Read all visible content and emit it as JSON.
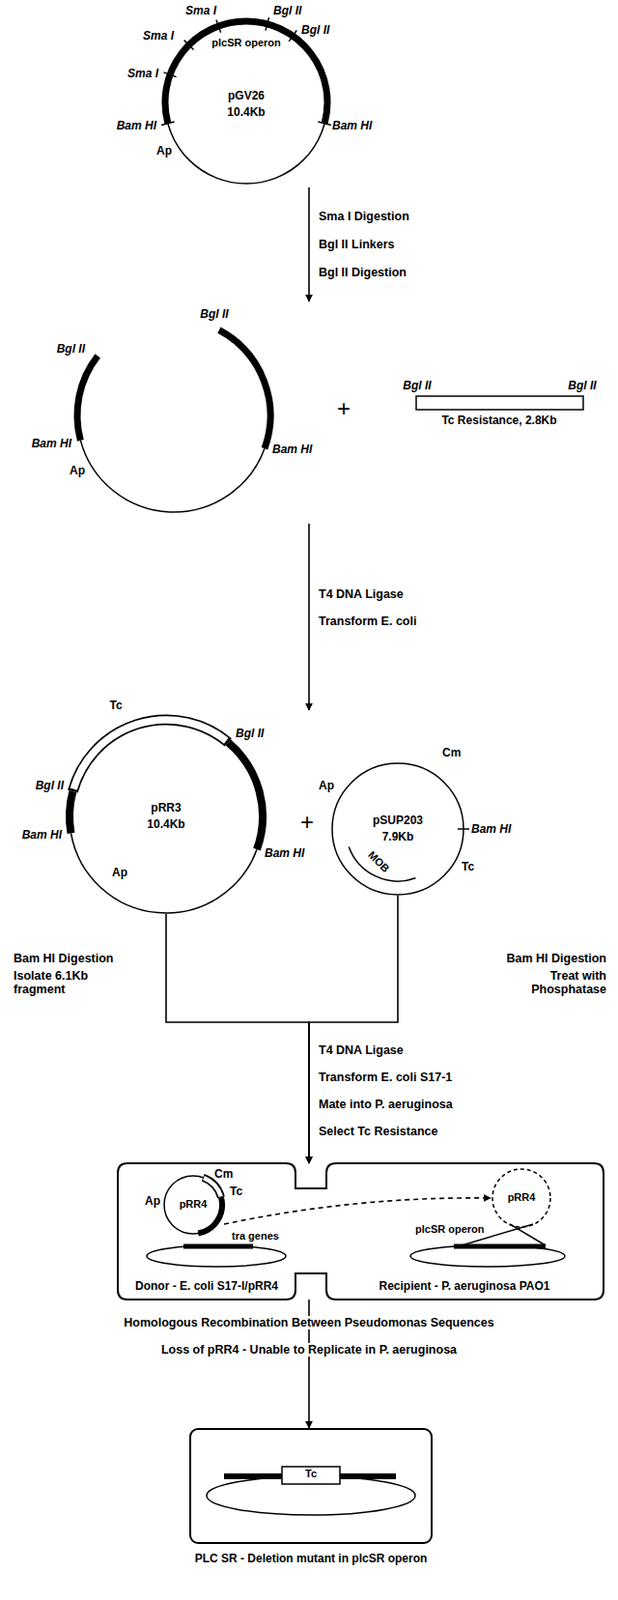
{
  "diagram": {
    "nodes": [
      {
        "text": [
          "pGV26",
          "10.4Kb"
        ]
      },
      {
        "text": [
          "Ap"
        ]
      },
      {
        "text": [
          "Tc Resistance, 2.8Kb"
        ]
      },
      {
        "text": [
          "pRR3",
          "10.4Kb"
        ]
      },
      {
        "text": [
          "pSUP203",
          "7.9Kb"
        ]
      },
      {
        "text": [
          "Donor - E. coli S17-l/pRR4"
        ]
      },
      {
        "text": [
          "pRR4"
        ],
        "in": 5
      },
      {
        "text": [
          "Recipient - P. aeruginosa PAO1"
        ]
      },
      {
        "text": [
          "pRR4"
        ],
        "in": 7
      },
      {
        "text": [
          "Tc",
          "PLC SR - Deletion mutant in plcSR operon"
        ]
      }
    ],
    "edges": [
      {
        "from": 0,
        "to": 1,
        "arrow": "to"
      },
      {
        "from": 1,
        "to": 3,
        "arrow": "to"
      },
      {
        "from": 3,
        "to": 5,
        "arrow": "to"
      },
      {
        "from": 4,
        "to": 5,
        "arrow": "to"
      },
      {
        "from": 6,
        "to": 8,
        "arrow": "to"
      },
      {
        "from": 5,
        "to": 9,
        "arrow": "to"
      }
    ],
    "labels": [
      "Sma I",
      "Sma I",
      "Sma I",
      "Bgl II",
      "Bgl II",
      "plcSR operon",
      "Bam HI",
      "Bam HI",
      "Ap",
      "Sma I Digestion",
      "Bgl II Linkers",
      "Bgl II Digestion",
      "Bgl II",
      "Bgl II",
      "Bam HI",
      "Bam HI",
      "+",
      "Bgl II",
      "Bgl II",
      "T4 DNA Ligase",
      "Transform E. coli",
      "Tc",
      "Bgl II",
      "Bgl II",
      "Bam HI",
      "Bam HI",
      "Ap",
      "+",
      "Cm",
      "Ap",
      "Bam HI",
      "Tc",
      "MOB",
      "Bam HI Digestion",
      "Isolate 6.1Kb fragment",
      "Bam HI Digestion",
      "Treat with Phosphatase",
      "T4 DNA Ligase",
      "Transform E. coli S17-1",
      "Mate into P. aeruginosa",
      "Select Tc Resistance",
      "Cm",
      "Ap",
      "Tc",
      "tra genes",
      "plcSR operon",
      "Homologous Recombination Between Pseudomonas Sequences",
      "Loss of pRR4 - Unable to Replicate in P. aeruginosa"
    ]
  }
}
